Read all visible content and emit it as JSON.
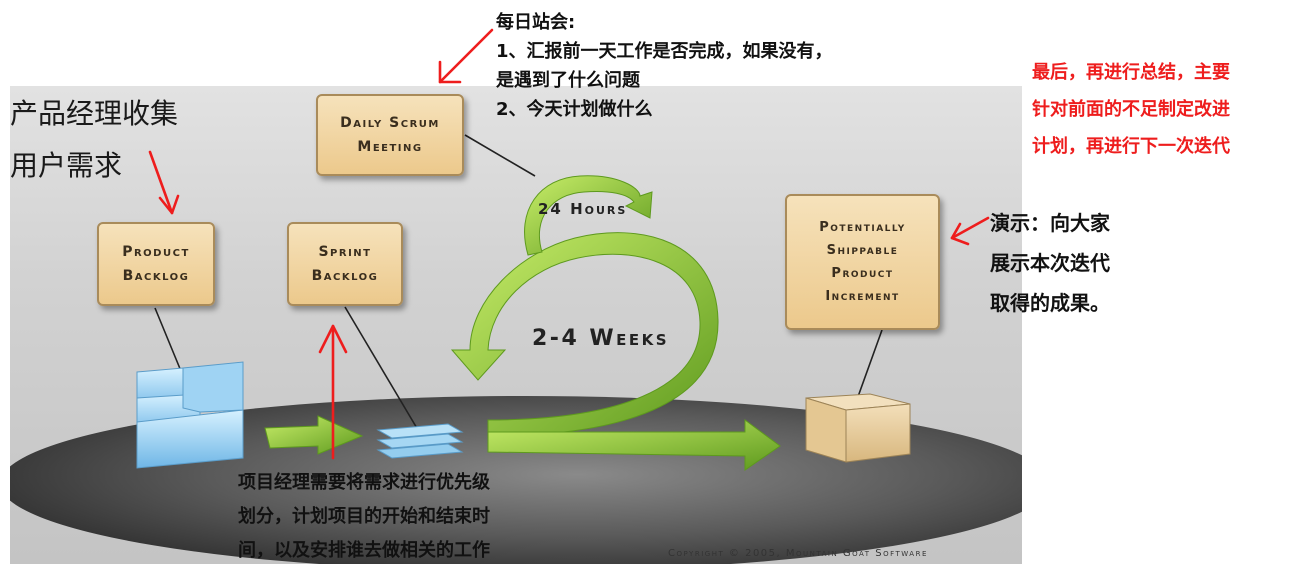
{
  "annotations": {
    "pm_collect": [
      "产品经理收集",
      "用户需求"
    ],
    "daily_title": "每日站会:",
    "daily_lines": [
      "1、汇报前一天工作是否完成，如果没有，",
      "是遇到了什么问题",
      "2、今天计划做什么"
    ],
    "retro_lines": [
      "最后，再进行总结，主要",
      "针对前面的不足制定改进",
      "计划，再进行下一次迭代"
    ],
    "demo_lines": [
      "演示：向大家",
      "展示本次迭代",
      "取得的成果。"
    ],
    "planning_lines": [
      "项目经理需要将需求进行优先级",
      "划分，计划项目的开始和结束时",
      "间，以及安排谁去做相关的工作"
    ]
  },
  "cards": {
    "daily_scrum": "Daily Scrum\nMeeting",
    "product_backlog": "Product\nBacklog",
    "sprint_backlog": "Sprint\nBacklog",
    "increment": "Potentially\nShippable\nProduct\nIncrement"
  },
  "labels": {
    "hours": "24 Hours",
    "weeks": "2-4 Weeks",
    "copyright": "Copyright © 2005, Mountain Goat Software"
  },
  "colors": {
    "annotation_red": "#ee1d1d",
    "arrow_green": "#8cc63f",
    "card_fill": "#efd39c"
  }
}
